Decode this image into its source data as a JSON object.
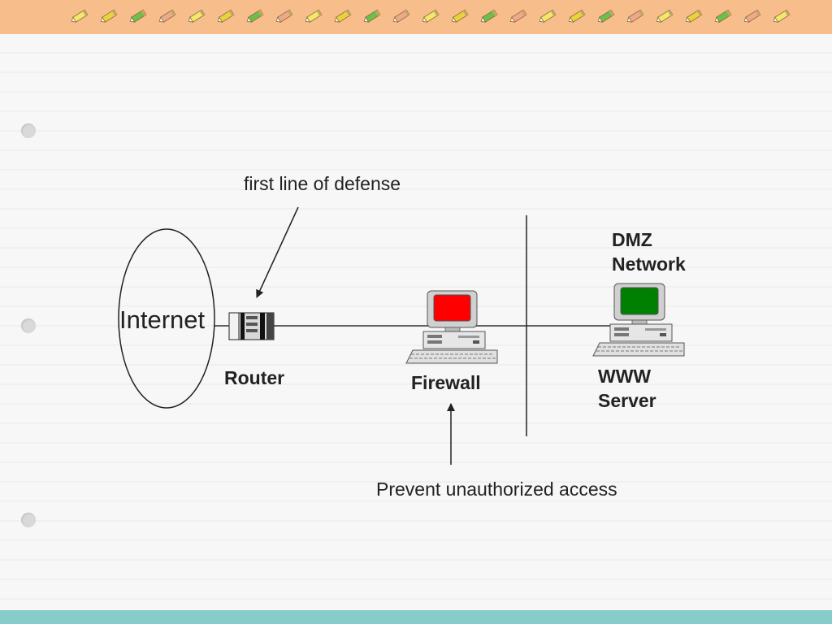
{
  "header": {
    "band_color": "#f7bd8a",
    "icon": "pencil-icon",
    "pencil_colors": [
      "#f2e86a",
      "#e9d23c",
      "#6cbf4a",
      "#f0a88a"
    ]
  },
  "footer": {
    "band_color": "#86cdc9"
  },
  "diagram": {
    "nodes": {
      "internet": {
        "label": "Internet",
        "shape": "ellipse"
      },
      "router": {
        "label": "Router",
        "icon": "router-icon"
      },
      "firewall": {
        "label": "Firewall",
        "icon": "computer-icon",
        "screen_color": "#ff0000"
      },
      "www_server": {
        "label_line1": "WWW",
        "label_line2": "Server",
        "icon": "computer-icon",
        "screen_color": "#008000"
      }
    },
    "zone": {
      "label_line1": "DMZ",
      "label_line2": "Network"
    },
    "annotations": {
      "router_note": "first line of defense",
      "firewall_note": "Prevent unauthorized access"
    }
  }
}
